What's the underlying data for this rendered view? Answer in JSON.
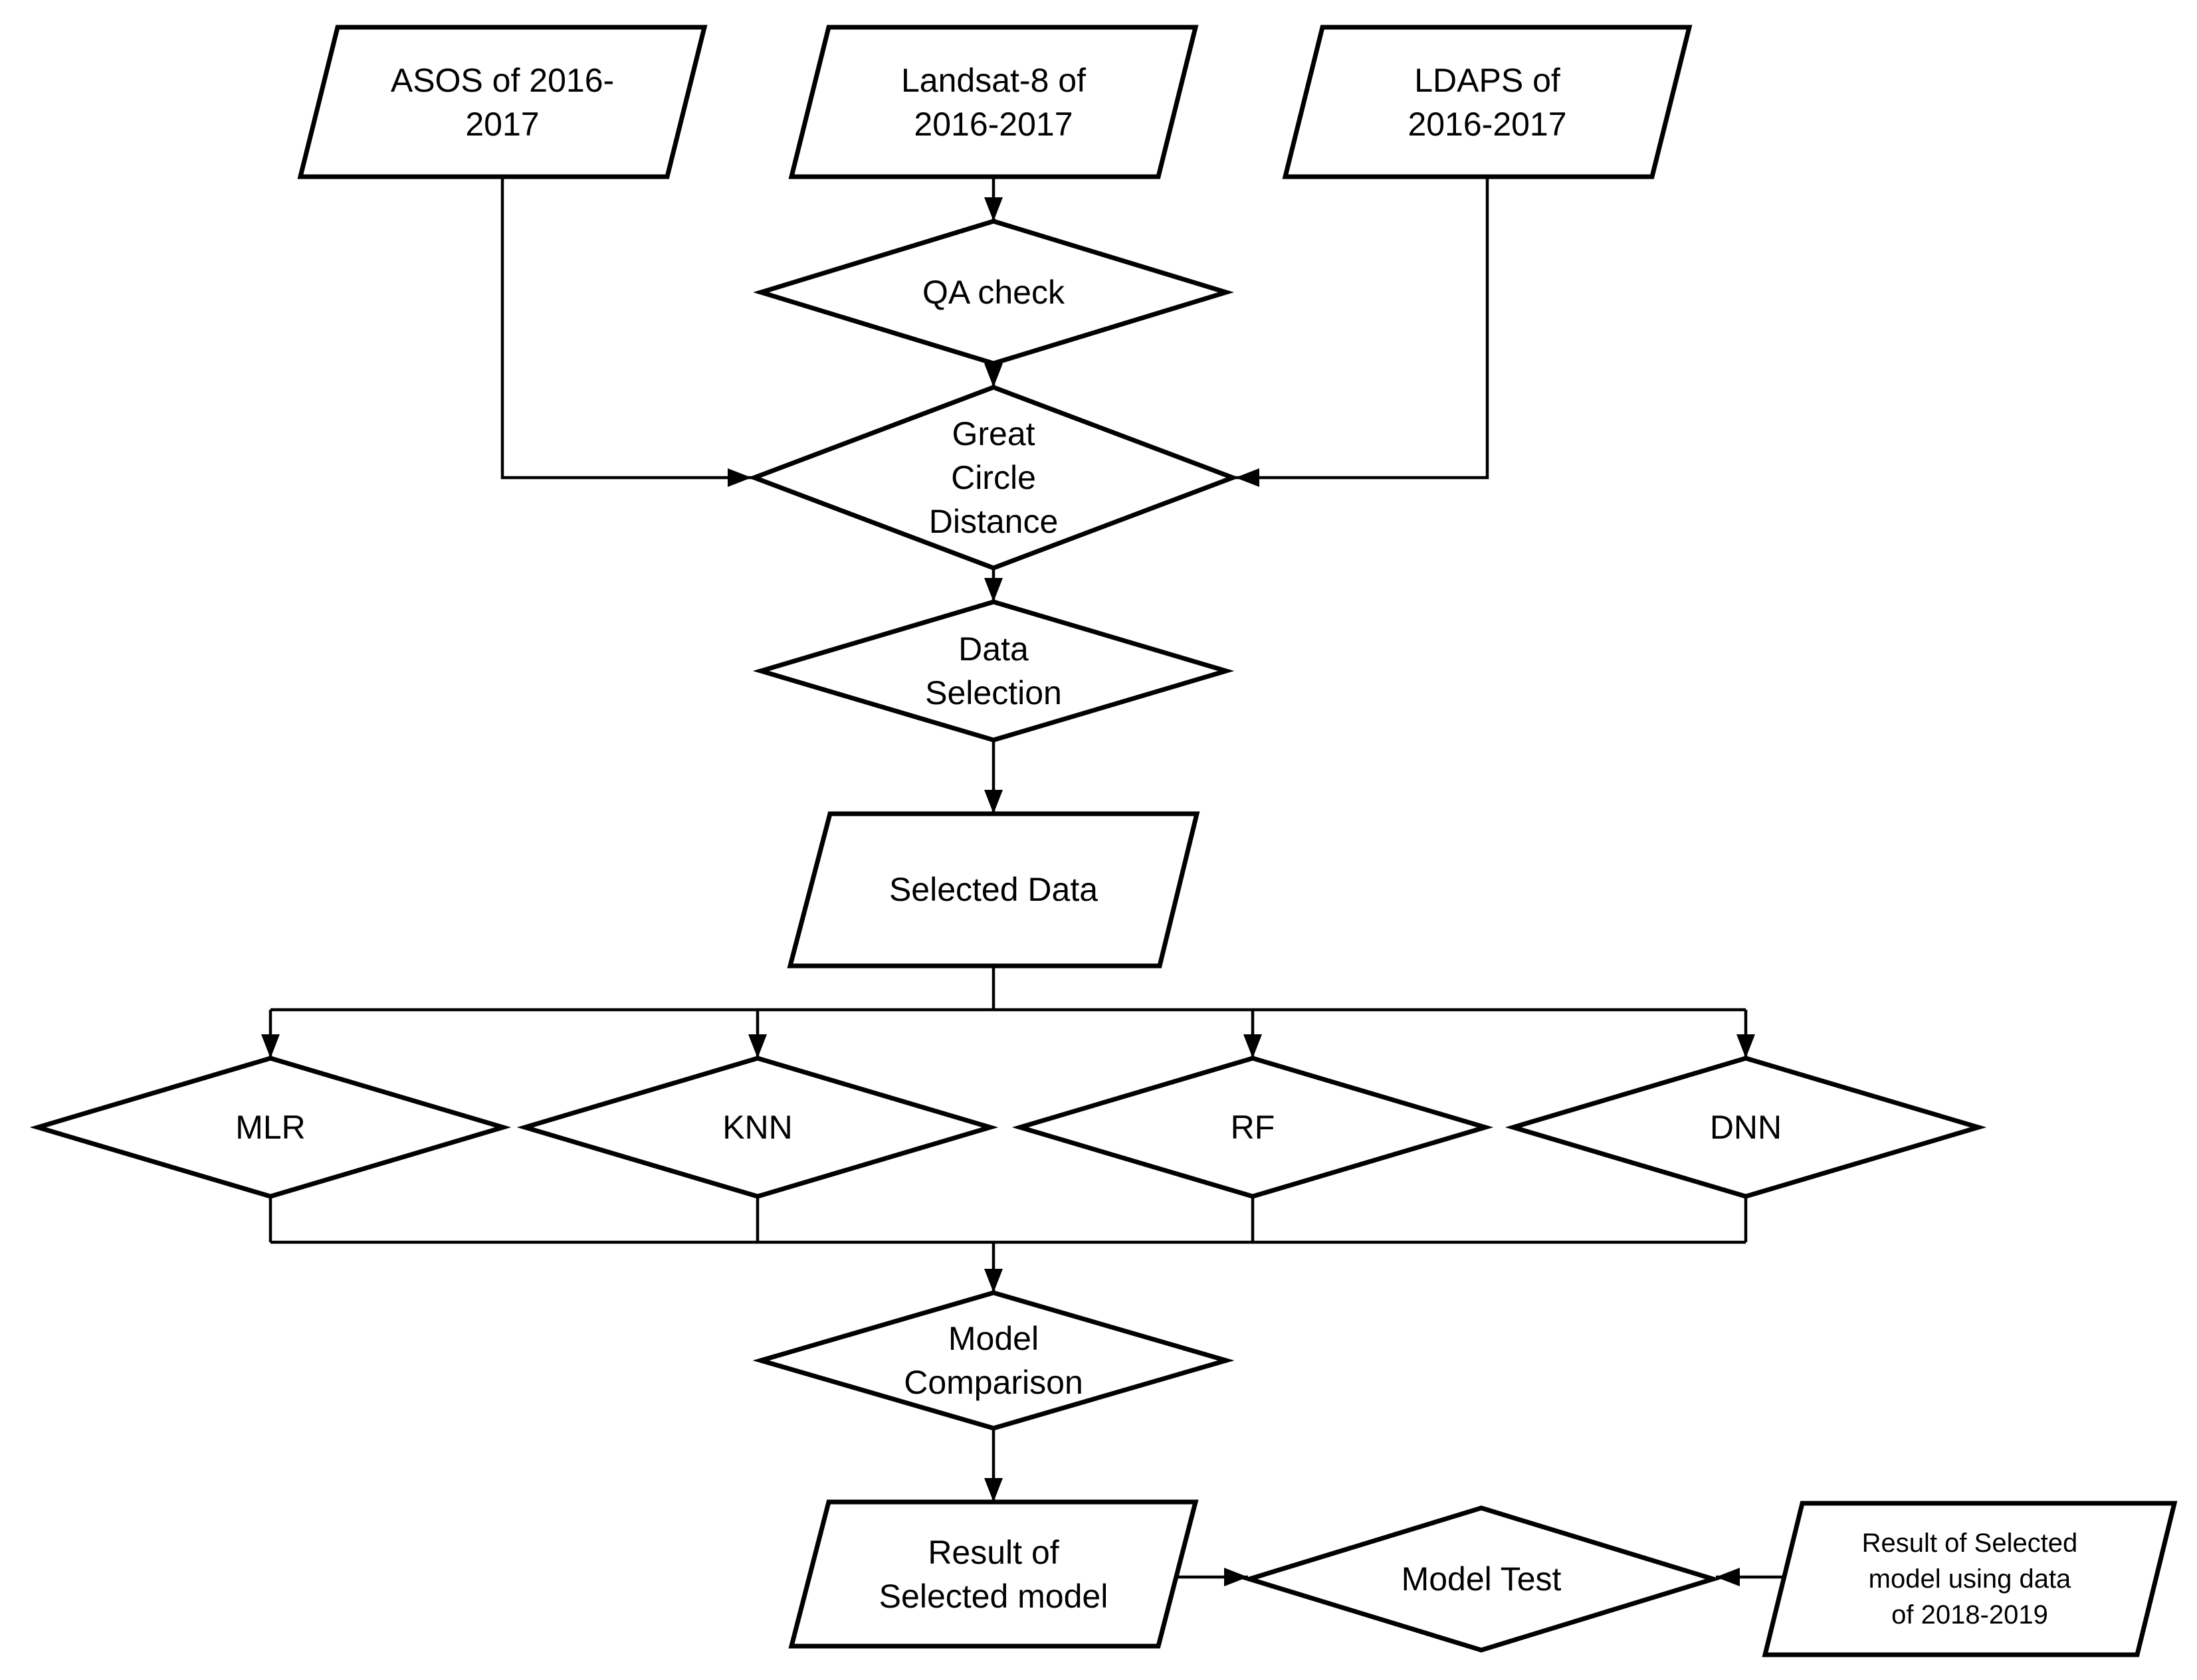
{
  "diagram": {
    "type": "flowchart",
    "colors": {
      "background": "#ffffff",
      "shape_fill": "#ffffff",
      "stroke": "#000000",
      "text": "#000000"
    },
    "nodes": {
      "asos": "ASOS of 2016-\n2017",
      "landsat": "Landsat-8 of\n2016-2017",
      "ldaps": "LDAPS of\n2016-2017",
      "qa_check": "QA check",
      "great_circle_distance": "Great\nCircle\nDistance",
      "data_selection": "Data\nSelection",
      "selected_data": "Selected Data",
      "mlr": "MLR",
      "knn": "KNN",
      "rf": "RF",
      "dnn": "DNN",
      "model_comparison": "Model\nComparison",
      "result_selected_model": "Result of\nSelected model",
      "model_test": "Model Test",
      "result_2018_2019": "Result of Selected\nmodel using data\nof 2018-2019"
    }
  }
}
